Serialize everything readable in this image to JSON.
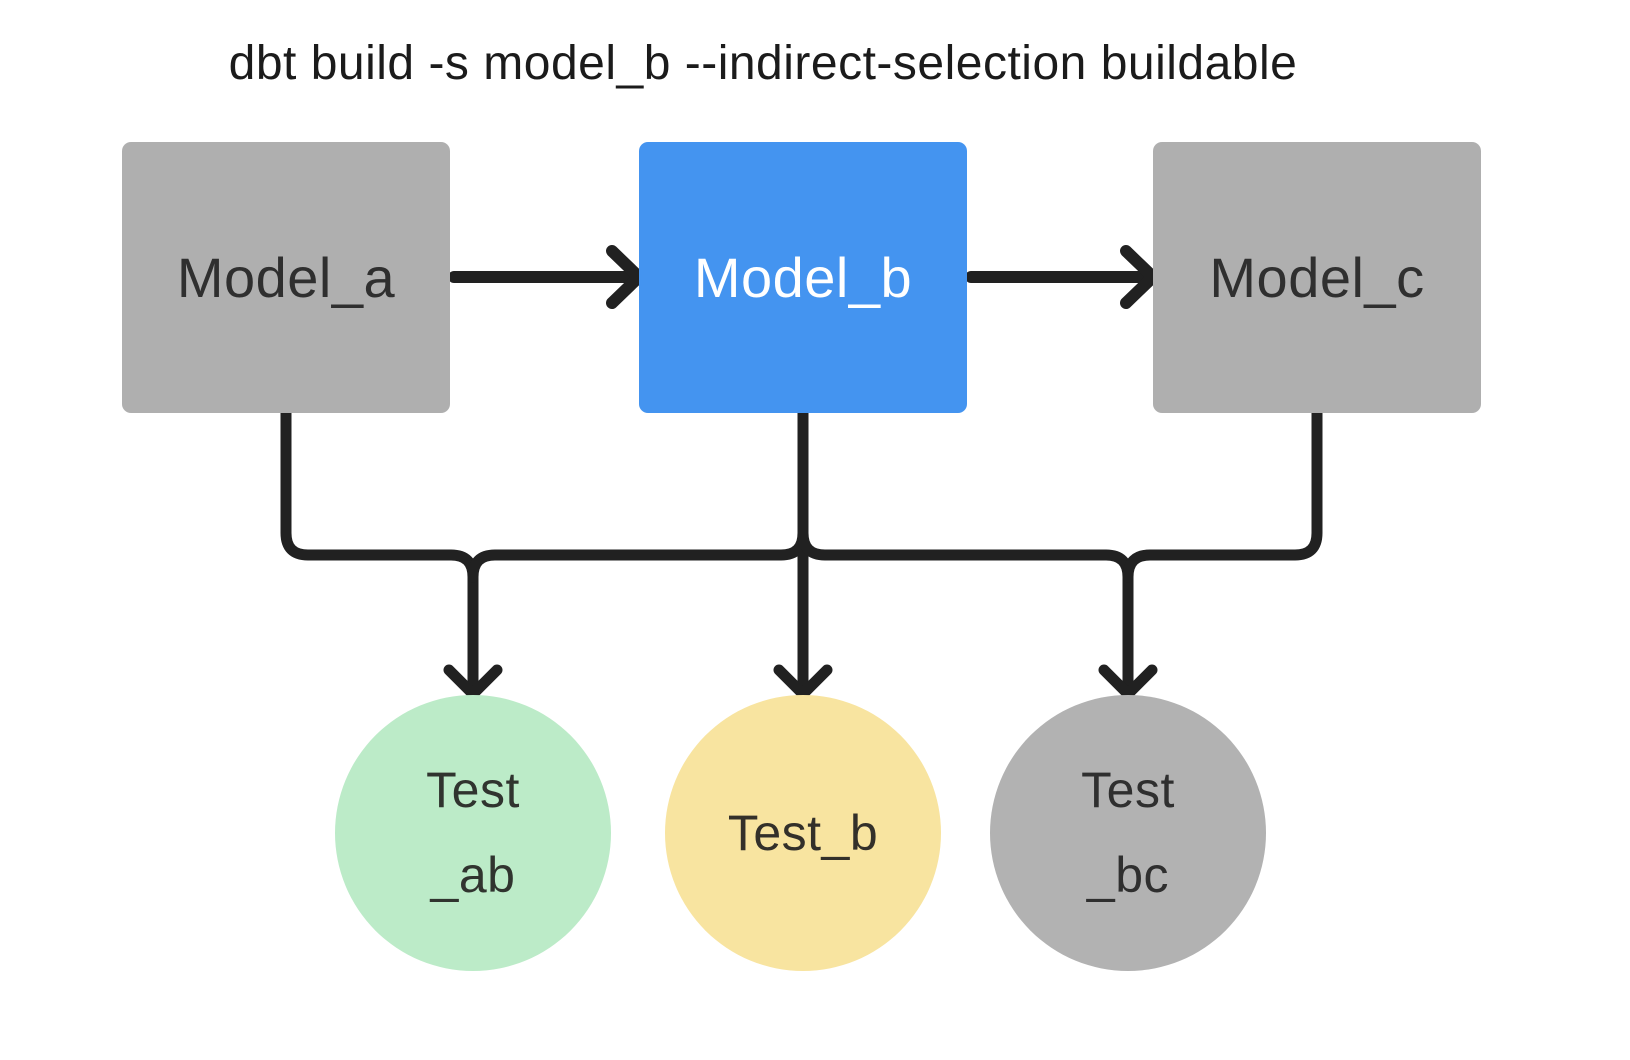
{
  "title": "dbt build -s model_b --indirect-selection buildable",
  "nodes": {
    "model_a": {
      "label": "Model_a",
      "type": "model",
      "color": "#AFAFAF",
      "text_color": "#2F2F2F"
    },
    "model_b": {
      "label": "Model_b",
      "type": "model",
      "color": "#4494F0",
      "text_color": "#FFFFFF",
      "highlighted": true
    },
    "model_c": {
      "label": "Model_c",
      "type": "model",
      "color": "#AFAFAF",
      "text_color": "#2F2F2F"
    },
    "test_ab": {
      "line1": "Test",
      "line2": "_ab",
      "type": "test",
      "color": "#BCEBC8",
      "text_color": "#30342F"
    },
    "test_b": {
      "label": "Test_b",
      "type": "test",
      "color": "#F8E4A0",
      "text_color": "#33302A"
    },
    "test_bc": {
      "line1": "Test",
      "line2": "_bc",
      "type": "test",
      "color": "#B2B2B2",
      "text_color": "#2F2F2F"
    }
  },
  "edges": [
    {
      "from": "model_a",
      "to": "model_b"
    },
    {
      "from": "model_b",
      "to": "model_c"
    },
    {
      "from": "model_a",
      "to": "test_ab"
    },
    {
      "from": "model_b",
      "to": "test_ab"
    },
    {
      "from": "model_b",
      "to": "test_b"
    },
    {
      "from": "model_b",
      "to": "test_bc"
    },
    {
      "from": "model_c",
      "to": "test_bc"
    }
  ],
  "connector_color": "#212121"
}
